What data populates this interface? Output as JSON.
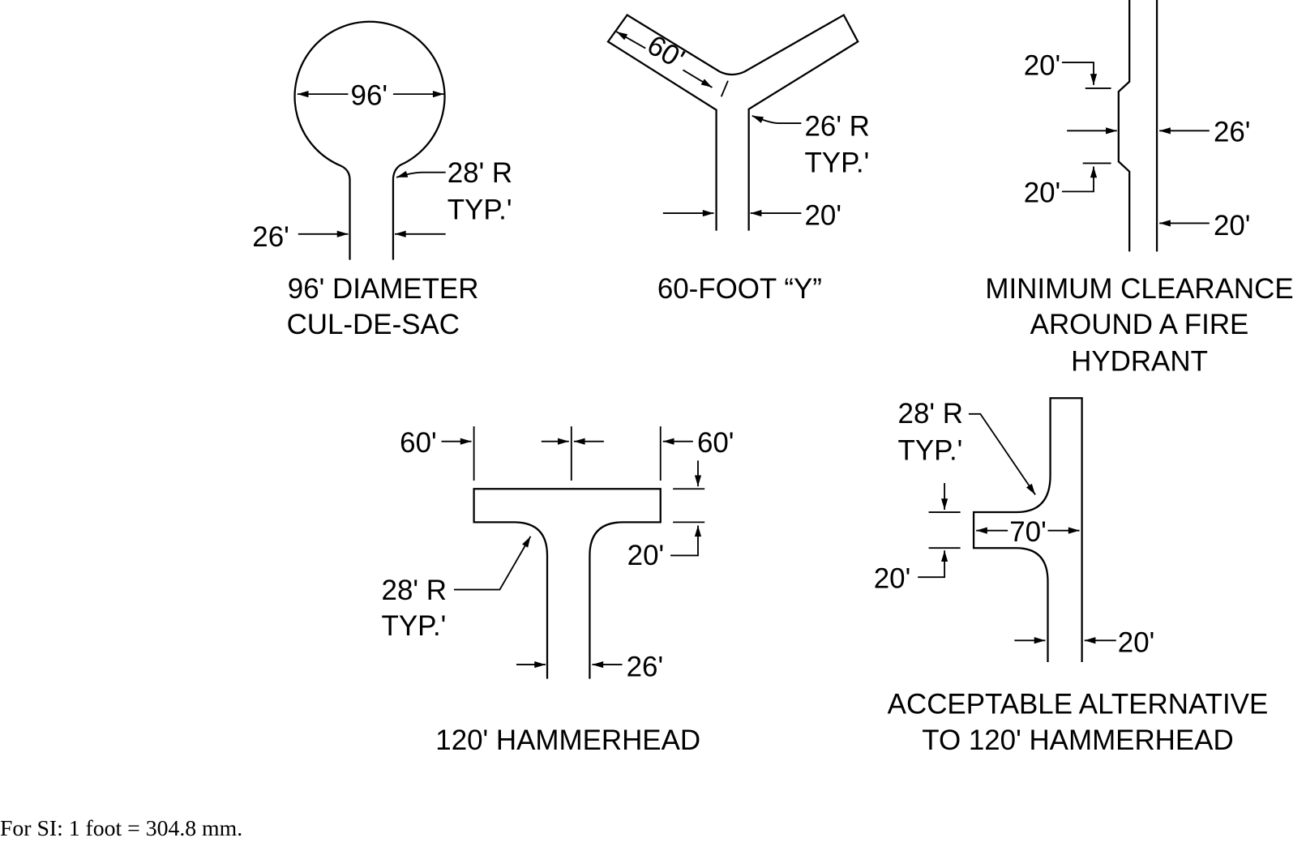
{
  "cul_de_sac": {
    "diameter": "96'",
    "radius_1": "28' R",
    "radius_2": "TYP.'",
    "width": "26'",
    "caption_1": "96' DIAMETER",
    "caption_2": "CUL-DE-SAC"
  },
  "y_turn": {
    "length": "60'",
    "radius_1": "26' R",
    "radius_2": "TYP.'",
    "width": "20'",
    "caption": "60-FOOT “Y”"
  },
  "hydrant": {
    "top_clear": "20'",
    "bottom_clear": "20'",
    "width_wide": "26'",
    "width_road": "20'",
    "caption_1": "MINIMUM CLEARANCE",
    "caption_2": "AROUND A FIRE",
    "caption_3": "HYDRANT"
  },
  "hammerhead": {
    "left_len": "60'",
    "right_len": "60'",
    "depth": "20'",
    "radius_1": "28' R",
    "radius_2": "TYP.'",
    "width": "26'",
    "caption": "120' HAMMERHEAD"
  },
  "alternative": {
    "radius_1": "28' R",
    "radius_2": "TYP.'",
    "depth": "20'",
    "length": "70'",
    "width": "20'",
    "caption_1": "ACCEPTABLE ALTERNATIVE",
    "caption_2": "TO 120' HAMMERHEAD"
  },
  "footnote": "For SI: 1 foot = 304.8 mm."
}
